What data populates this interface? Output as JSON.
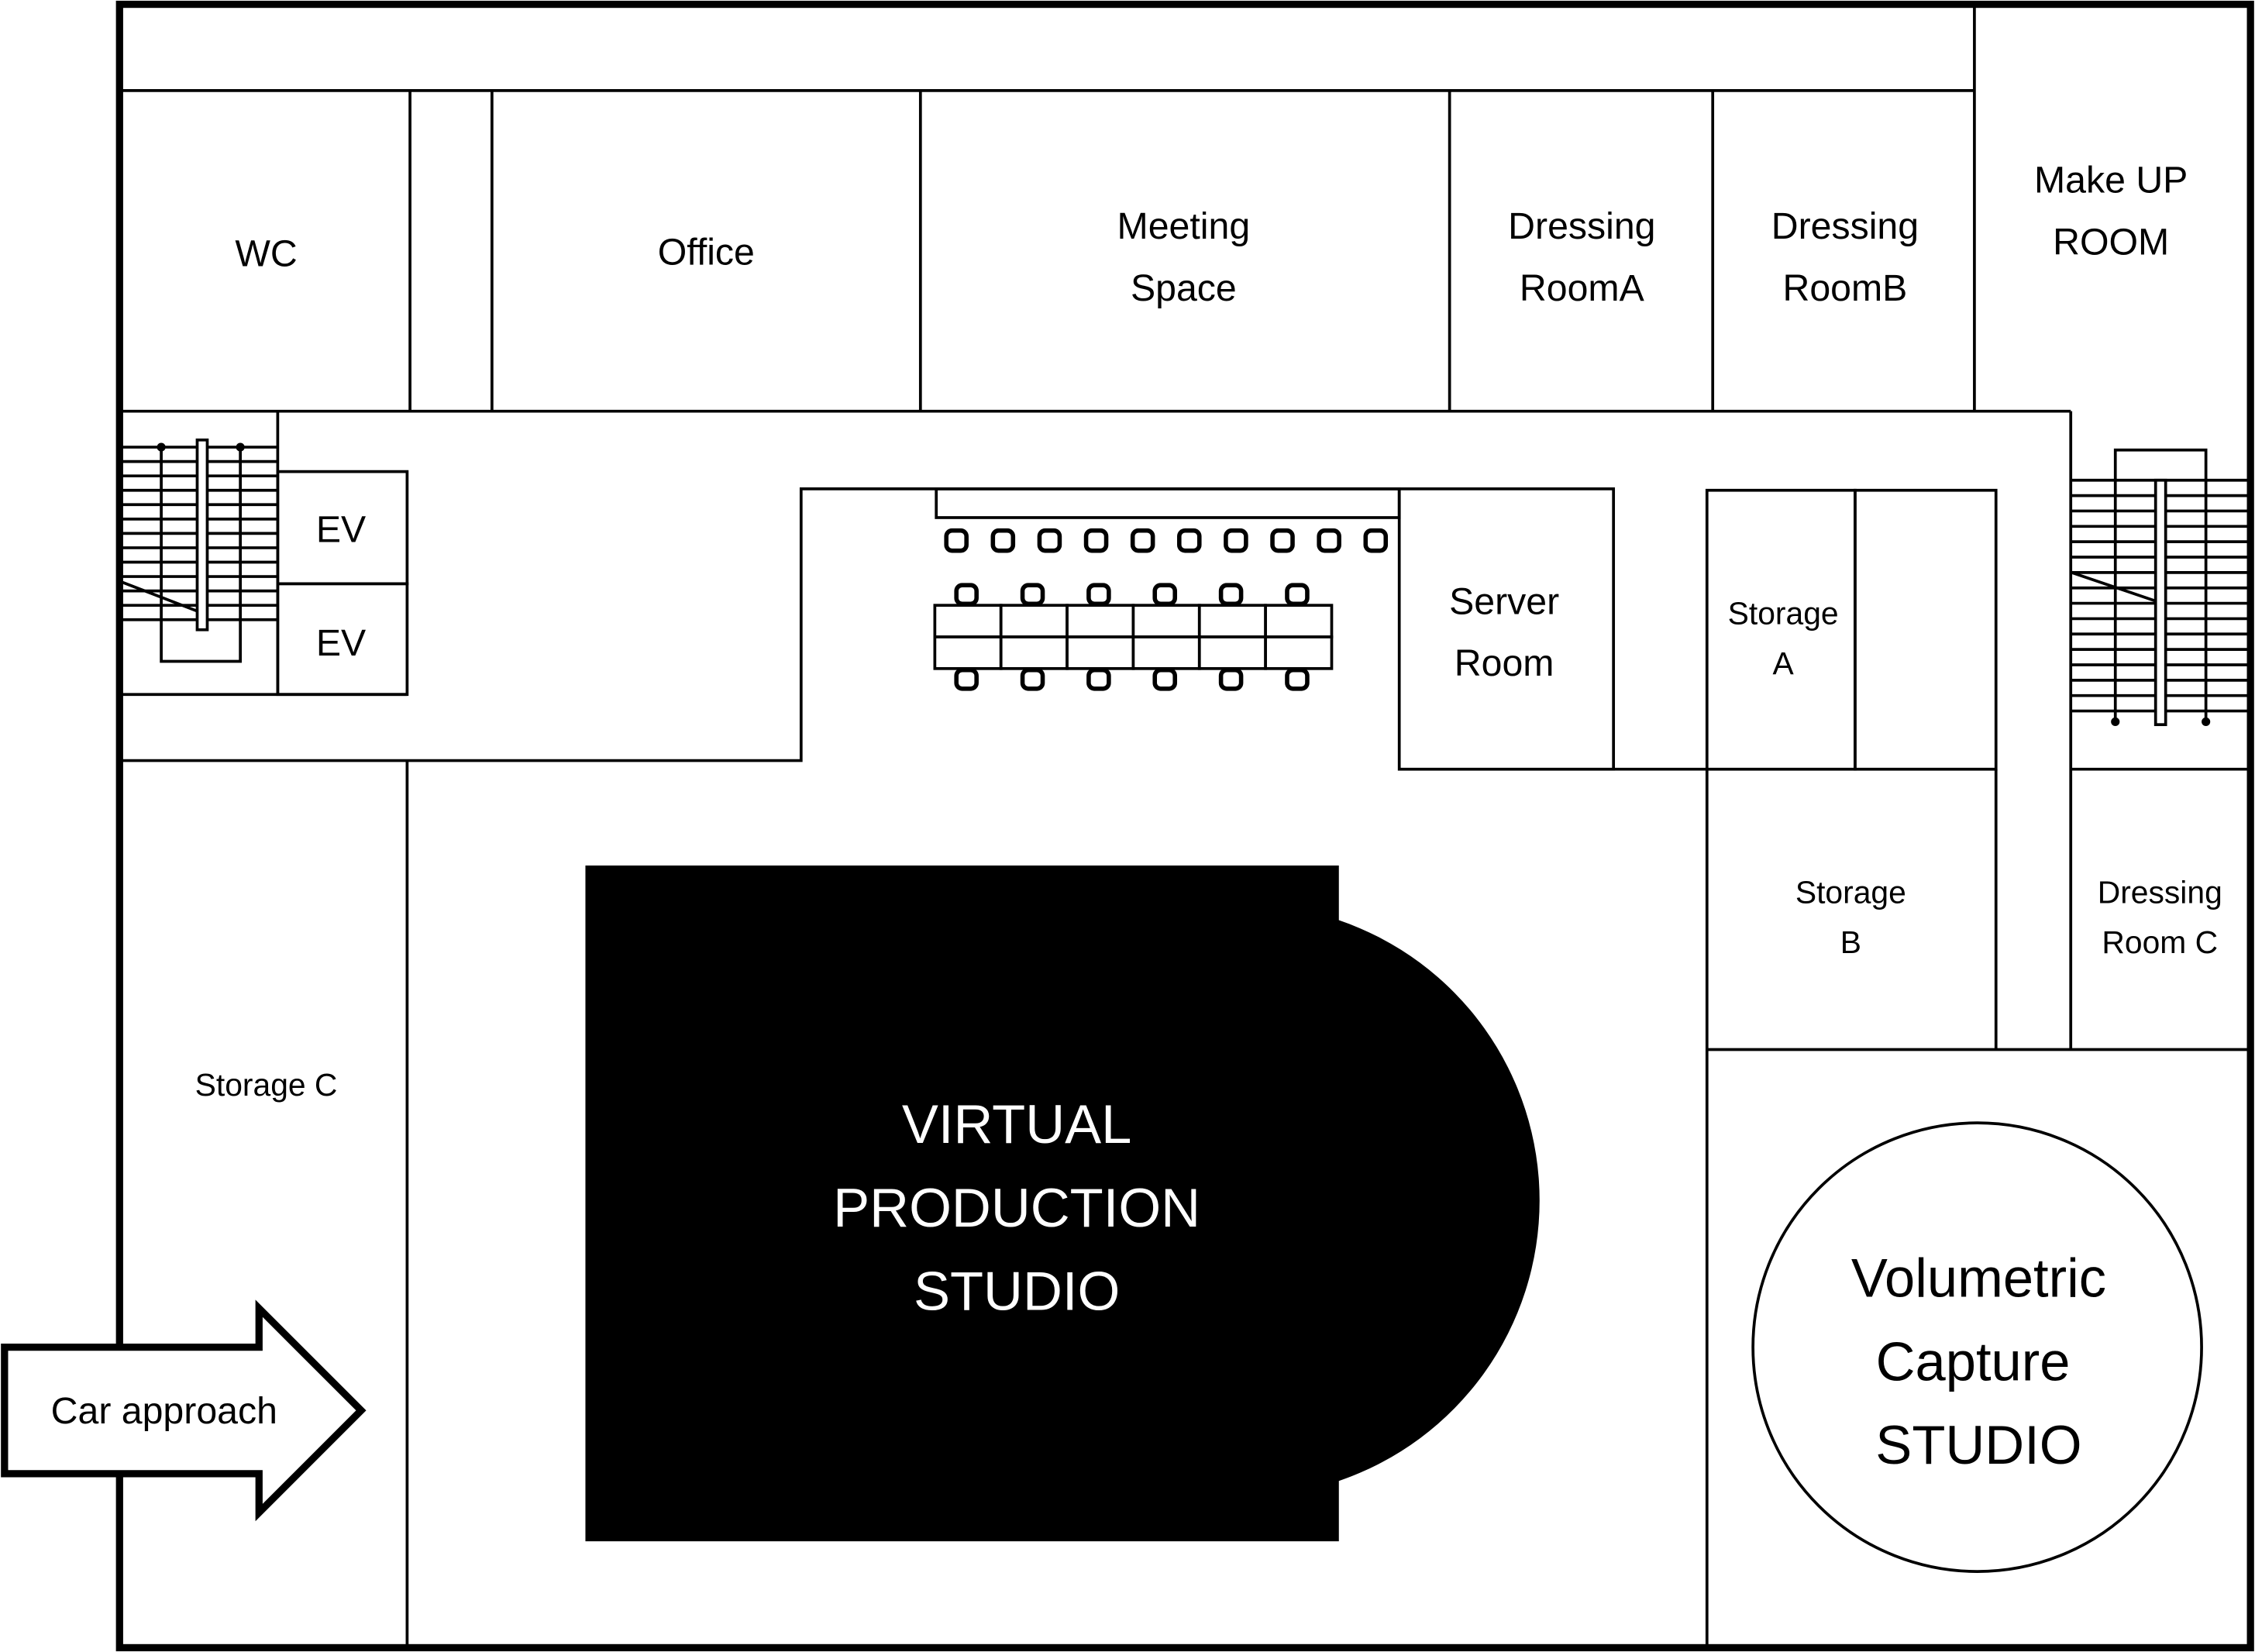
{
  "rooms": {
    "wc": "WC",
    "office": "Office",
    "meeting": [
      "Meeting",
      "Space"
    ],
    "dressing_a": [
      "Dressing",
      "RoomA"
    ],
    "dressing_b": [
      "Dressing",
      "RoomB"
    ],
    "makeup": [
      "Make UP",
      "ROOM"
    ],
    "ev1": "EV",
    "ev2": "EV",
    "server": [
      "Server",
      "Room"
    ],
    "storage_a": [
      "Storage",
      "A"
    ],
    "storage_b": [
      "Storage",
      "B"
    ],
    "dressing_c": [
      "Dressing",
      "Room C"
    ],
    "storage_c": "Storage C",
    "virtual": [
      "VIRTUAL",
      "PRODUCTION",
      "STUDIO"
    ],
    "volumetric": [
      "Volumetric",
      "Capture",
      "STUDIO"
    ]
  },
  "car_approach": "Car approach",
  "colors": {
    "line": "#000000",
    "studio_fill": "#000000",
    "background": "#ffffff"
  }
}
